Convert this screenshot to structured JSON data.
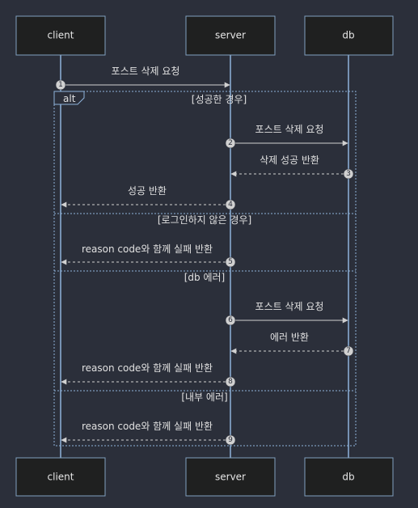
{
  "actors": [
    "client",
    "server",
    "db"
  ],
  "frame": {
    "tag": "alt",
    "sections": [
      "[성공한 경우]",
      "[로그인하지 않은 경우]",
      "[db 에러]",
      "[내부 에러]"
    ]
  },
  "messages": [
    {
      "seq": "1",
      "text": "포스트 삭제 요청",
      "from": "client",
      "to": "server",
      "style": "solid"
    },
    {
      "seq": "2",
      "text": "포스트 삭제 요청",
      "from": "server",
      "to": "db",
      "style": "solid"
    },
    {
      "seq": "3",
      "text": "삭제 성공 반환",
      "from": "db",
      "to": "server",
      "style": "dashed"
    },
    {
      "seq": "4",
      "text": "성공 반환",
      "from": "server",
      "to": "client",
      "style": "dashed"
    },
    {
      "seq": "5",
      "text": "reason code와 함께 실패 반환",
      "from": "server",
      "to": "client",
      "style": "dashed"
    },
    {
      "seq": "6",
      "text": "포스트 삭제 요청",
      "from": "server",
      "to": "db",
      "style": "solid"
    },
    {
      "seq": "7",
      "text": "에러 반환",
      "from": "db",
      "to": "server",
      "style": "dashed"
    },
    {
      "seq": "8",
      "text": "reason code와 함께 실패 반환",
      "from": "server",
      "to": "client",
      "style": "dashed"
    },
    {
      "seq": "9",
      "text": "reason code와 함께 실패 반환",
      "from": "server",
      "to": "client",
      "style": "dashed"
    }
  ]
}
